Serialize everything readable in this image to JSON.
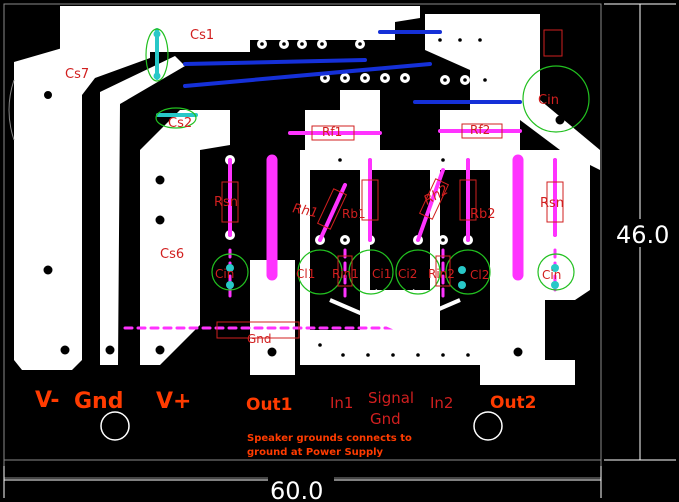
{
  "colors": {
    "background": "#000000",
    "copper": "#ffffff",
    "jumper_magenta": "#ff33ff",
    "jumper_blue": "#1530d8",
    "silk_red": "#d11f1f",
    "silk_green": "#22c020",
    "terminal_orange": "#ff3b00"
  },
  "components": {
    "cs1": "Cs1",
    "cs7": "Cs7",
    "cs2": "Cs2",
    "cs6": "Cs6",
    "rf1": "Rf1",
    "rf2": "Rf2",
    "rsn_left": "Rsn",
    "rsn_right": "Rsn",
    "rb1": "Rb1",
    "rb2": "Rb2",
    "rh1": "Rh1",
    "rh2": "Rh2",
    "cin_left": "Cin",
    "cin_top_right": "Cin",
    "cin_bottom_right": "Cin",
    "ci1": "Ci1",
    "ci2": "Ci2",
    "rin1": "Rin1",
    "rin2": "Rin2",
    "cl1": "Cl1",
    "cl2": "Cl2",
    "gnd": "Gnd"
  },
  "terminals": {
    "v_minus": "V-",
    "gnd": "Gnd",
    "v_plus": "V+",
    "out1": "Out1",
    "in1": "In1",
    "signal_gnd_line1": "Signal",
    "signal_gnd_line2": "Gnd",
    "in2": "In2",
    "out2": "Out2"
  },
  "notes": {
    "line1": "Speaker grounds connects to",
    "line2": "ground at Power Supply"
  },
  "dimensions": {
    "height": "46.0",
    "width": "60.0"
  }
}
